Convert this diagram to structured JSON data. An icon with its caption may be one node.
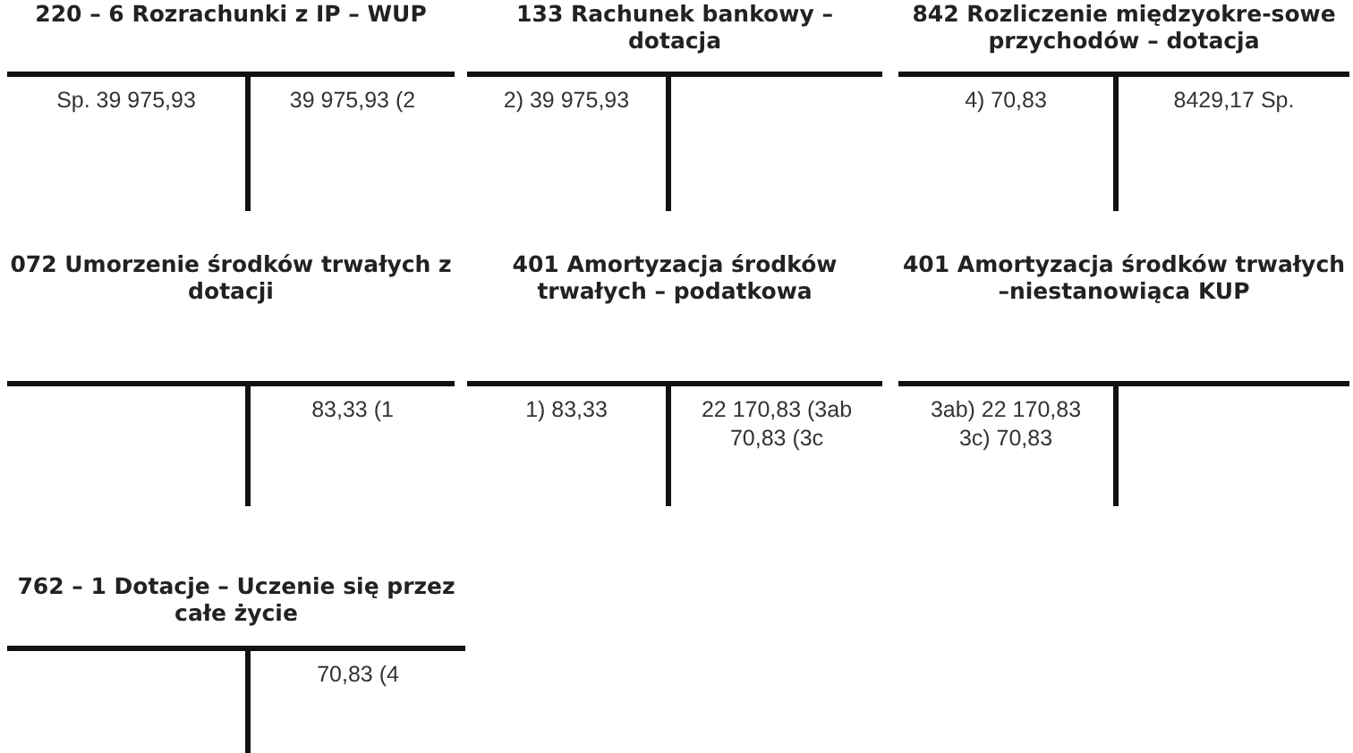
{
  "diagram": {
    "nodes": [
      {
        "text": [
          "220 – 6 Rozrachunki z IP – WUP"
        ]
      },
      {
        "text": [
          "Sp. 39 975,93"
        ],
        "in": 0
      },
      {
        "text": [
          "39 975,93 (2"
        ],
        "in": 0
      },
      {
        "text": [
          "133 Rachunek bankowy – dotacja"
        ]
      },
      {
        "text": [
          "2) 39 975,93"
        ],
        "in": 3
      },
      {
        "text": [],
        "shape": "box",
        "in": 3
      },
      {
        "text": [
          "842 Rozliczenie międzyokre-sowe przychodów – dotacja"
        ]
      },
      {
        "text": [
          "4) 70,83"
        ],
        "in": 6
      },
      {
        "text": [
          "8429,17 Sp."
        ],
        "in": 6
      },
      {
        "text": [
          "072 Umorzenie środków trwałych z dotacji"
        ]
      },
      {
        "text": [],
        "shape": "box",
        "in": 9
      },
      {
        "text": [
          "83,33 (1"
        ],
        "in": 9
      },
      {
        "text": [
          "401 Amortyzacja środków trwałych – podatkowa"
        ]
      },
      {
        "text": [
          "1) 83,33"
        ],
        "in": 12
      },
      {
        "text": [
          "22 170,83 (3ab",
          "70,83 (3c"
        ],
        "in": 12
      },
      {
        "text": [
          "401 Amortyzacja środków trwałych –niestanowiąca KUP"
        ]
      },
      {
        "text": [
          "3ab) 22 170,83",
          "3c) 70,83"
        ],
        "in": 15
      },
      {
        "text": [],
        "shape": "box",
        "in": 15
      },
      {
        "text": [
          "762 – 1 Dotacje – Uczenie się przez całe życie"
        ]
      },
      {
        "text": [],
        "shape": "box",
        "in": 18
      },
      {
        "text": [
          "70,83 (4"
        ],
        "in": 18
      }
    ]
  }
}
